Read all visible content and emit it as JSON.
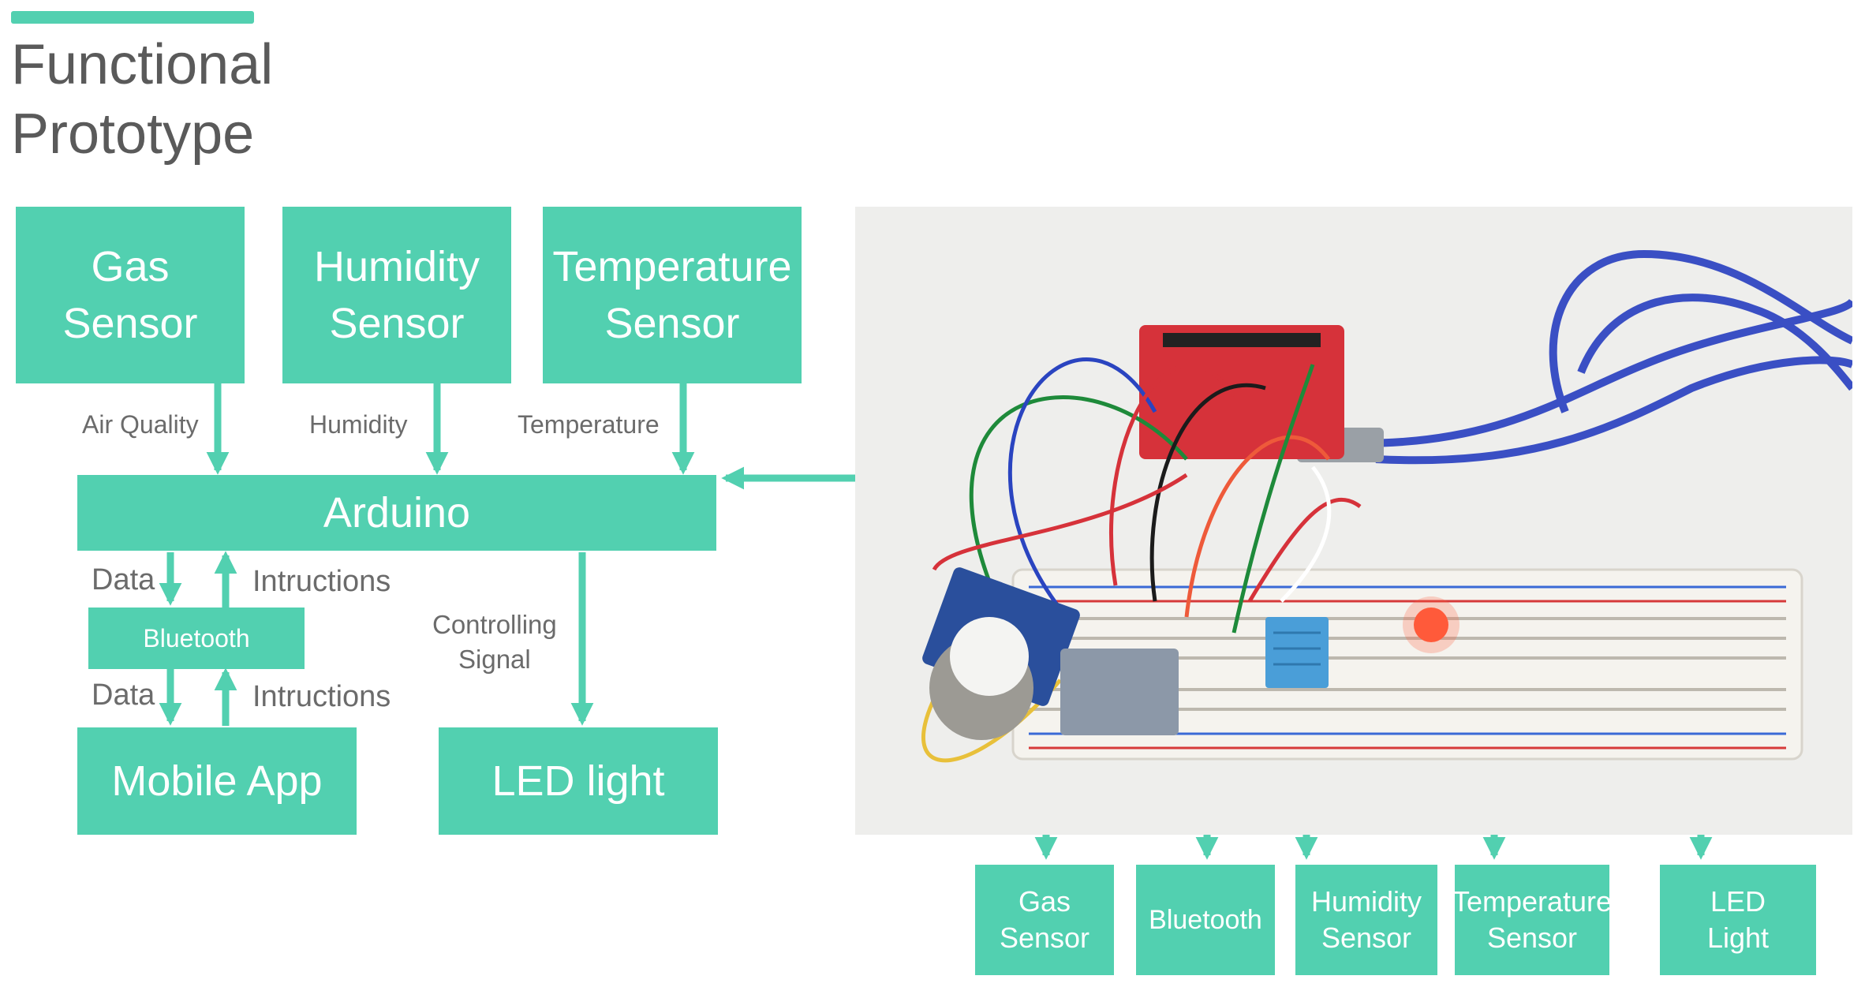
{
  "title": "Functional\nPrototype",
  "colors": {
    "accent": "#52d0b0",
    "text_gray": "#6b6b6b",
    "title_gray": "#5a5a5a"
  },
  "diagram": {
    "sensors": {
      "gas": "Gas\nSensor",
      "humidity": "Humidity\nSensor",
      "temperature": "Temperature\nSensor"
    },
    "signals": {
      "air_quality": "Air Quality",
      "humidity": "Humidity",
      "temperature": "Temperature"
    },
    "arduino": "Arduino",
    "bluetooth": "Bluetooth",
    "data_top": "Data",
    "instructions_top": "Intructions",
    "data_bottom": "Data",
    "instructions_bottom": "Intructions",
    "controlling_signal": "Controlling\nSignal",
    "mobile_app": "Mobile App",
    "led_light": "LED light"
  },
  "photo_labels": {
    "gas": "Gas\nSensor",
    "bluetooth": "Bluetooth",
    "humidity": "Humidity\nSensor",
    "temperature": "Temperature\nSensor",
    "led": "LED\nLight"
  }
}
